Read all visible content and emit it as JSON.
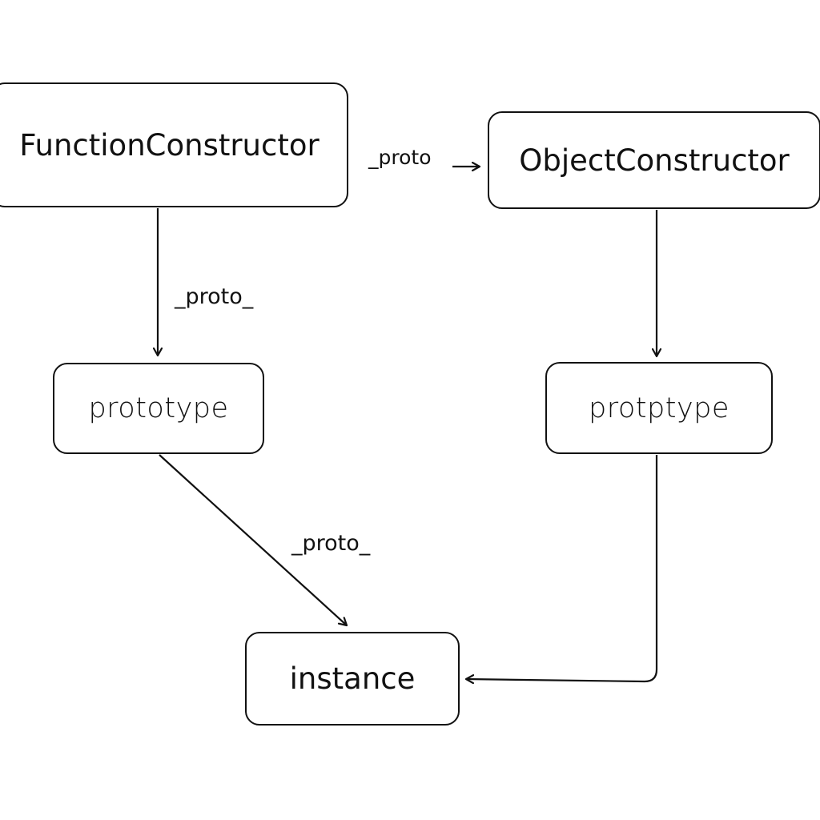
{
  "nodes": {
    "function_constructor": "FunctionConstructor",
    "object_constructor": "ObjectConstructor",
    "prototype_left": "prototype",
    "prototype_right": "protptype",
    "instance": "instance"
  },
  "edge_labels": {
    "fc_to_oc": "_proto",
    "fc_to_prototype": "_proto_",
    "prototype_to_instance": "_proto_"
  },
  "colors": {
    "stroke": "#111111",
    "background": "#ffffff"
  }
}
